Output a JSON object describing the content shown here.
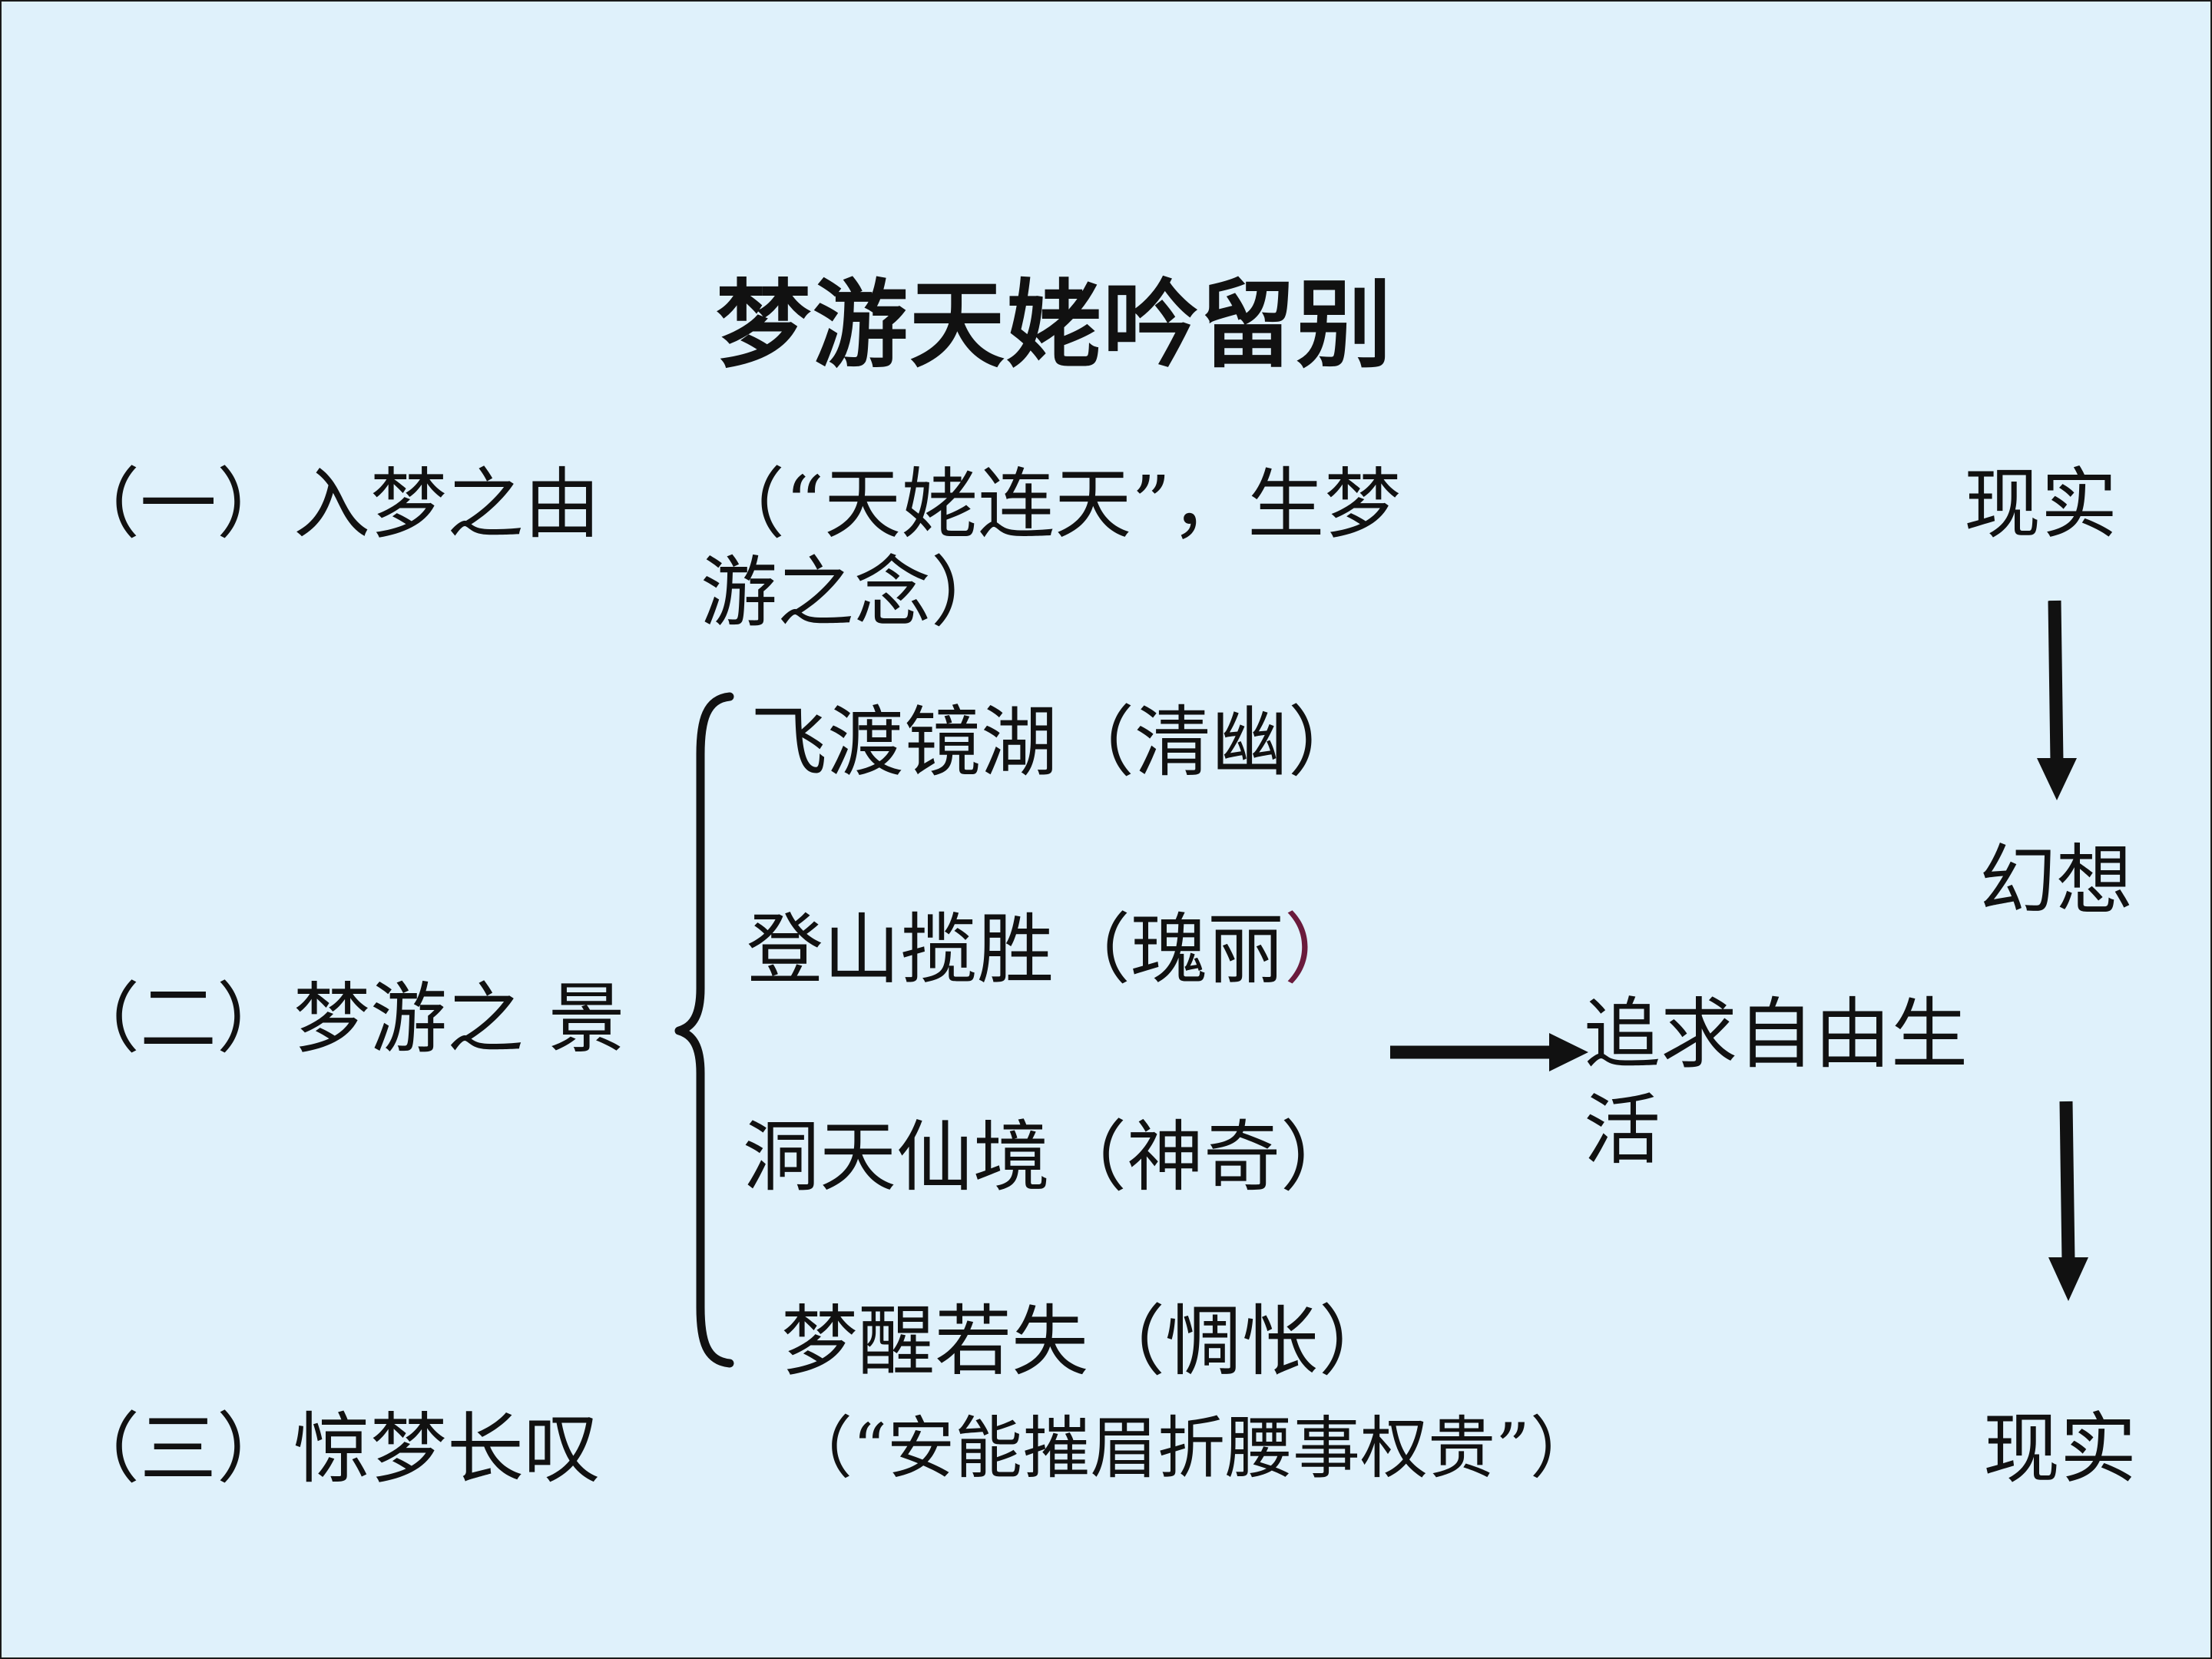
{
  "title": "梦游天姥吟留别",
  "section1": {
    "label": "（一）入梦之由",
    "note_line1": "（“天姥连天”，生梦",
    "note_line2": "游之念）"
  },
  "section2": {
    "label": "（二）梦游之 景",
    "scenes": [
      {
        "text": "飞渡镜湖（清幽）"
      },
      {
        "text": "登山揽胜（瑰丽",
        "close": "）"
      },
      {
        "text": "洞天仙境（神奇）"
      },
      {
        "text": "梦醒若失（惆怅）"
      }
    ],
    "pursuit_line1": "追求自由生",
    "pursuit_line2": "活"
  },
  "section3": {
    "label": "（三）惊梦长叹",
    "note": "（“安能摧眉折腰事权贵”）"
  },
  "side": {
    "reality_top": "现实",
    "fantasy": "幻想",
    "reality_bottom": "现实"
  },
  "colors": {
    "background": "#dff1fb",
    "text": "#111111",
    "accent_paren": "#6a1b3c"
  }
}
